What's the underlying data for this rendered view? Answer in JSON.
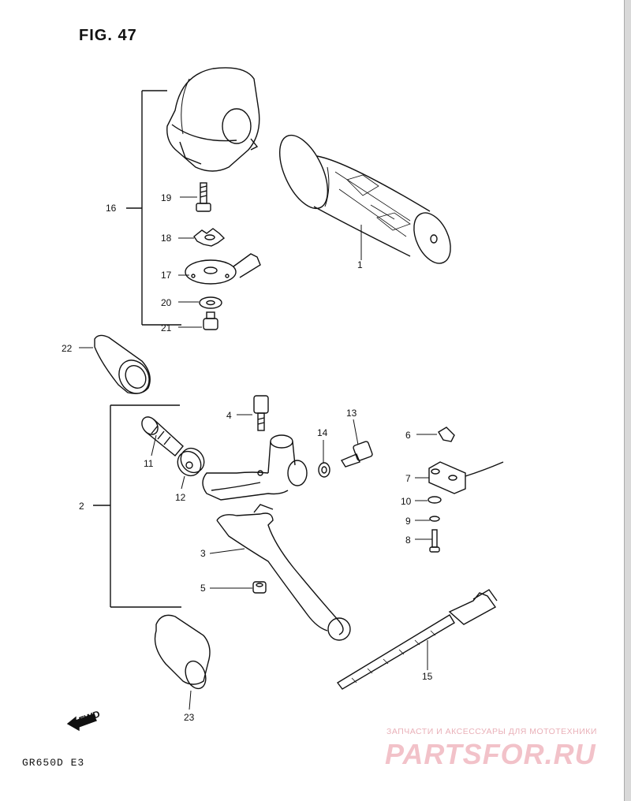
{
  "figure": {
    "title": "FIG. 47",
    "model": "GR650D E3"
  },
  "watermark": {
    "tagline": "ЗАПЧАСТИ И АКСЕССУАРЫ ДЛЯ МОТОТЕХНИКИ",
    "logo": "PARTSFOR.RU",
    "color": "#f2c2c9"
  },
  "fwd_icon": {
    "label": "FWD"
  },
  "callouts": {
    "c1": "1",
    "c2": "2",
    "c3": "3",
    "c4": "4",
    "c5": "5",
    "c6": "6",
    "c7": "7",
    "c8": "8",
    "c9": "9",
    "c10": "10",
    "c11": "11",
    "c12": "12",
    "c13": "13",
    "c14": "14",
    "c15": "15",
    "c16": "16",
    "c17": "17",
    "c18": "18",
    "c19": "19",
    "c20": "20",
    "c21": "21",
    "c22": "22",
    "c23": "23"
  },
  "colors": {
    "line": "#111111",
    "background": "#ffffff"
  }
}
